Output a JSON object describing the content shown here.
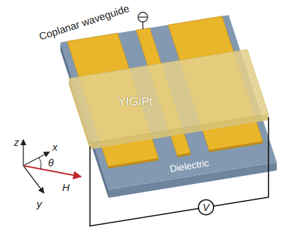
{
  "diagram": {
    "labels": [
      "Coplanar waveguide",
      "YIG/Pt",
      "z",
      "x",
      "θ",
      "H",
      "y",
      "Dielectric",
      "V"
    ]
  }
}
